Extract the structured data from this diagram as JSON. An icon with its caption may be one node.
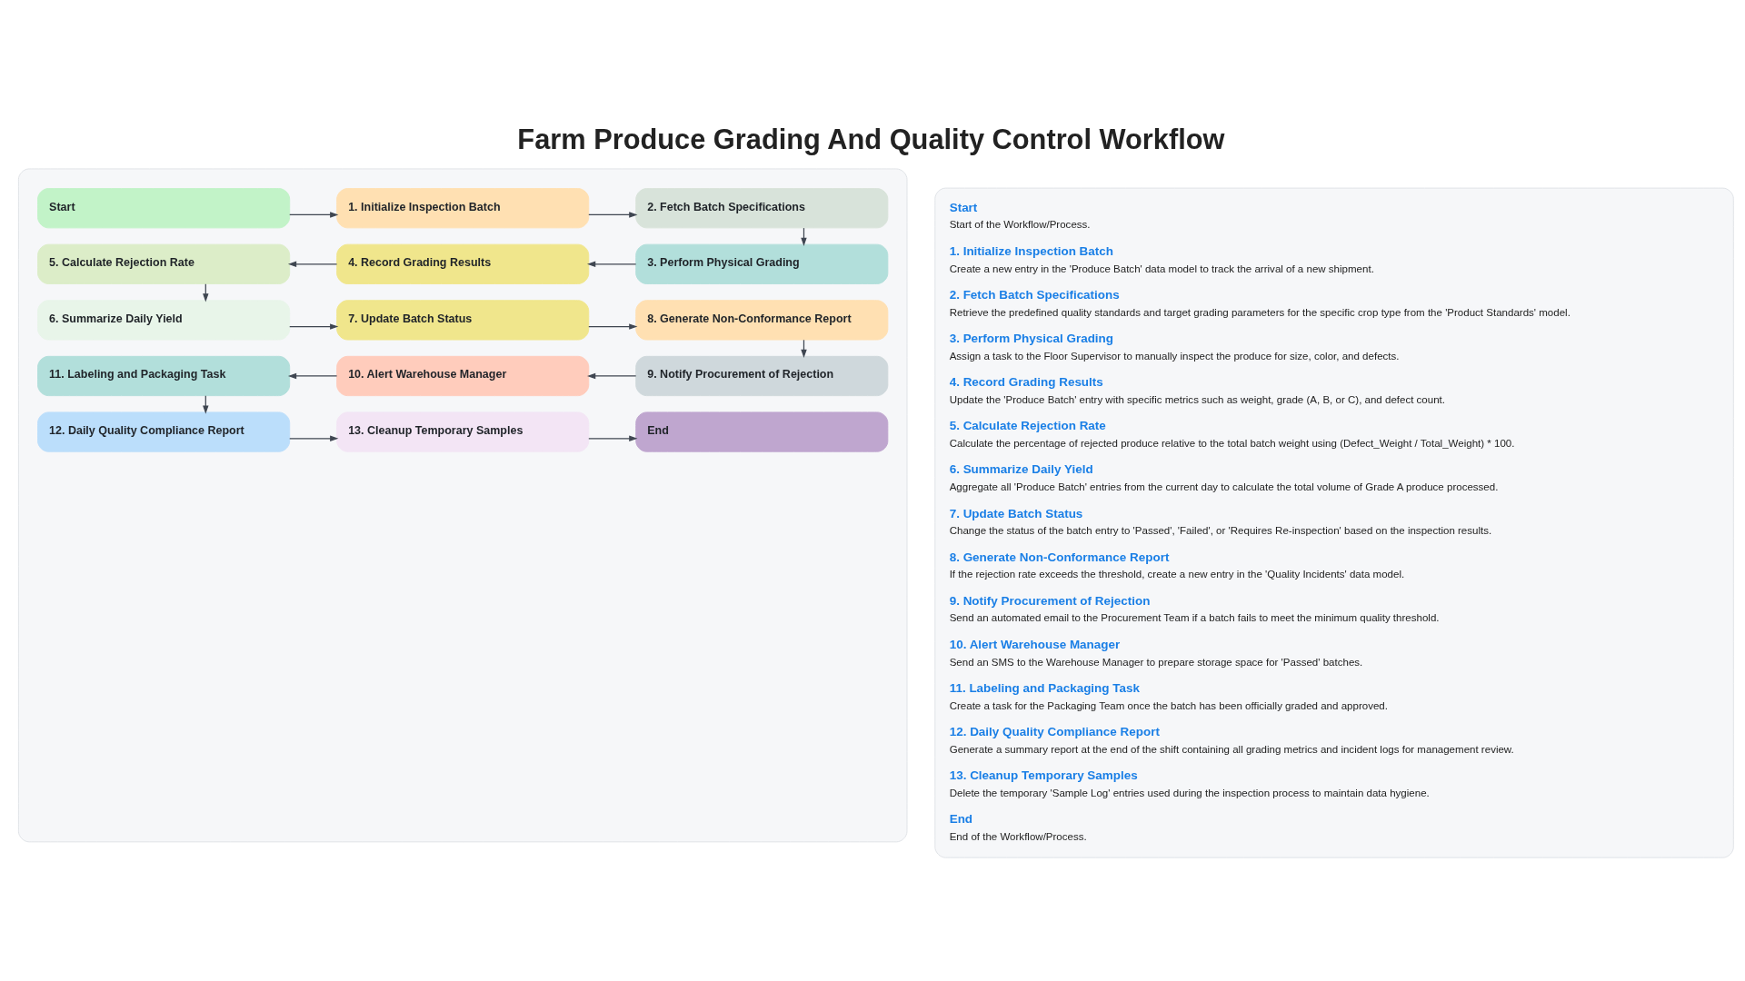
{
  "diagram": {
    "title": "Farm Produce Grading And Quality Control Workflow",
    "nodes": [
      {
        "text": [],
        "shape": "box"
      },
      {
        "text": [
          "Start"
        ],
        "in": 0
      },
      {
        "text": [
          "1. Initialize Inspection Batch"
        ],
        "in": 0
      },
      {
        "text": [
          "2. Fetch Batch Specifications"
        ],
        "in": 0
      },
      {
        "text": [
          "3. Perform Physical Grading"
        ],
        "in": 0
      },
      {
        "text": [
          "4. Record Grading Results"
        ],
        "in": 0
      },
      {
        "text": [
          "5. Calculate Rejection Rate"
        ],
        "in": 0
      },
      {
        "text": [
          "6. Summarize Daily Yield"
        ],
        "in": 0
      },
      {
        "text": [
          "7. Update Batch Status"
        ],
        "in": 0
      },
      {
        "text": [
          "8. Generate Non-Conformance Report"
        ],
        "in": 0
      },
      {
        "text": [
          "9. Notify Procurement of Rejection"
        ],
        "in": 0
      },
      {
        "text": [
          "10. Alert Warehouse Manager"
        ],
        "in": 0
      },
      {
        "text": [
          "11. Labeling and Packaging Task"
        ],
        "in": 0
      },
      {
        "text": [
          "12. Daily Quality Compliance Report"
        ],
        "in": 0
      },
      {
        "text": [
          "13. Cleanup Temporary Samples"
        ],
        "in": 0
      },
      {
        "text": [
          "End"
        ],
        "in": 0
      },
      {
        "text": [
          "Start",
          "Start of the Workflow/Process.",
          "1. Initialize Inspection Batch",
          "Create a new entry in the 'Produce Batch' data model to track the arrival of a new shipment.",
          "2. Fetch Batch Specifications",
          "Retrieve the predefined quality standards and target grading parameters for the specific crop type from the 'Product Standards' model.",
          "3. Perform Physical Grading",
          "Assign a task to the Floor Supervisor to manually inspect the produce for size, color, and defects.",
          "4. Record Grading Results",
          "Update the 'Produce Batch' entry with specific metrics such as weight, grade (A, B, or C), and defect count.",
          "5. Calculate Rejection Rate",
          "Calculate the percentage of rejected produce relative to the total batch weight using (Defect_Weight / Total_Weight) * 100.",
          "6. Summarize Daily Yield",
          "Aggregate all 'Produce Batch' entries from the current day to calculate the total volume of Grade A produce processed.",
          "7. Update Batch Status",
          "Change the status of the batch entry to 'Passed', 'Failed', or 'Requires Re-inspection' based on the inspection results.",
          "8. Generate Non-Conformance Report",
          "If the rejection rate exceeds the threshold, create a new entry in the 'Quality Incidents' data model.",
          "9. Notify Procurement of Rejection",
          "Send an automated email to the Procurement Team if a batch fails to meet the minimum quality threshold.",
          "10. Alert Warehouse Manager",
          "Send an SMS to the Warehouse Manager to prepare storage space for 'Passed' batches.",
          "11. Labeling and Packaging Task",
          "Create a task for the Packaging Team once the batch has been officially graded and approved.",
          "12. Daily Quality Compliance Report",
          "Generate a summary report at the end of the shift containing all grading metrics and incident logs for management review.",
          "13. Cleanup Temporary Samples",
          "Delete the temporary 'Sample Log' entries used during the inspection process to maintain data hygiene.",
          "End",
          "End of the Workflow/Process."
        ]
      }
    ],
    "edges": [
      {
        "from": 1,
        "to": 2,
        "arrow": "to"
      },
      {
        "from": 2,
        "to": 3,
        "arrow": "to"
      },
      {
        "from": 3,
        "to": 4,
        "arrow": "to"
      },
      {
        "from": 4,
        "to": 5,
        "arrow": "to"
      },
      {
        "from": 5,
        "to": 6,
        "arrow": "to"
      },
      {
        "from": 6,
        "to": 7,
        "arrow": "to"
      },
      {
        "from": 7,
        "to": 8,
        "arrow": "to"
      },
      {
        "from": 8,
        "to": 9,
        "arrow": "to"
      },
      {
        "from": 9,
        "to": 10,
        "arrow": "to"
      },
      {
        "from": 10,
        "to": 11,
        "arrow": "to"
      },
      {
        "from": 11,
        "to": 12,
        "arrow": "to"
      },
      {
        "from": 12,
        "to": 13,
        "arrow": "to"
      },
      {
        "from": 13,
        "to": 14,
        "arrow": "to"
      },
      {
        "from": 14,
        "to": 15,
        "arrow": "to"
      }
    ]
  }
}
